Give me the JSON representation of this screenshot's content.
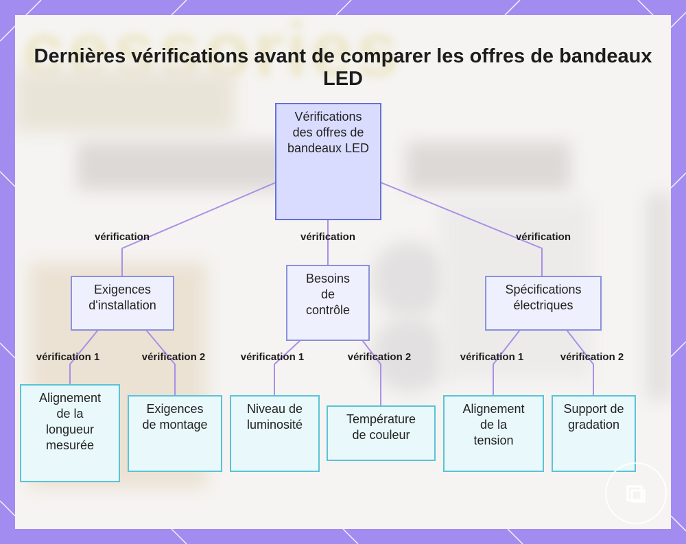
{
  "title": "Dernières vérifications avant de comparer les offres de bandeaux LED",
  "background_text": "cessories",
  "root": {
    "label": "Vérifications des offres de bandeaux LED"
  },
  "branches": [
    {
      "edge_label": "vérification",
      "label": "Exigences d'installation",
      "children": [
        {
          "edge_label": "vérification 1",
          "label": "Alignement de la longueur mesurée"
        },
        {
          "edge_label": "vérification 2",
          "label": "Exigences de montage"
        }
      ]
    },
    {
      "edge_label": "vérification",
      "label": "Besoins de contrôle",
      "children": [
        {
          "edge_label": "vérification 1",
          "label": "Niveau de luminosité"
        },
        {
          "edge_label": "vérification 2",
          "label": "Température de couleur"
        }
      ]
    },
    {
      "edge_label": "vérification",
      "label": "Spécifications électriques",
      "children": [
        {
          "edge_label": "vérification 1",
          "label": "Alignement de la tension"
        },
        {
          "edge_label": "vérification 2",
          "label": "Support de gradation"
        }
      ]
    }
  ],
  "colors": {
    "frame": "#a38cf0",
    "edge": "#a98fe6",
    "root_fill": "#dadcff",
    "root_border": "#6670d4",
    "mid_fill": "#eef0fd",
    "mid_border": "#8b90dc",
    "leaf_fill": "#e9f8fb",
    "leaf_border": "#58c4d6"
  }
}
